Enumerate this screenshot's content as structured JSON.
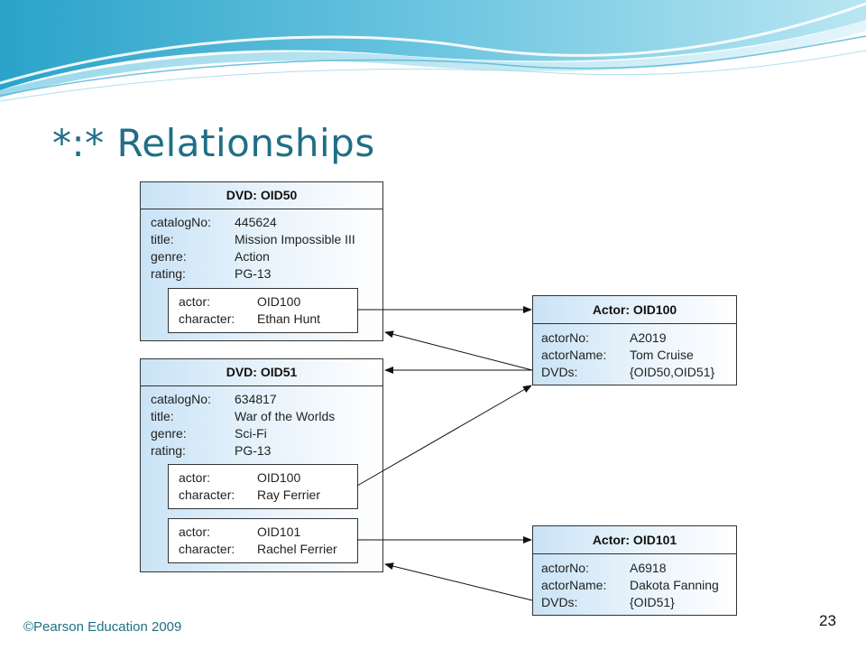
{
  "slide": {
    "title": "*:* Relationships",
    "footer": "©Pearson Education 2009",
    "page_number": "23"
  },
  "diagram": {
    "dvd_oid50": {
      "header": "DVD: OID50",
      "fields": [
        {
          "key": "catalogNo:",
          "value": "445624"
        },
        {
          "key": "title:",
          "value": "Mission Impossible III"
        },
        {
          "key": "genre:",
          "value": "Action"
        },
        {
          "key": "rating:",
          "value": "PG-13"
        }
      ],
      "roles": [
        {
          "actor_key": "actor:",
          "actor_value": "OID100",
          "character_key": "character:",
          "character_value": "Ethan Hunt"
        }
      ]
    },
    "dvd_oid51": {
      "header": "DVD: OID51",
      "fields": [
        {
          "key": "catalogNo:",
          "value": "634817"
        },
        {
          "key": "title:",
          "value": "War of the Worlds"
        },
        {
          "key": "genre:",
          "value": "Sci-Fi"
        },
        {
          "key": "rating:",
          "value": "PG-13"
        }
      ],
      "roles": [
        {
          "actor_key": "actor:",
          "actor_value": "OID100",
          "character_key": "character:",
          "character_value": "Ray Ferrier"
        },
        {
          "actor_key": "actor:",
          "actor_value": "OID101",
          "character_key": "character:",
          "character_value": "Rachel Ferrier"
        }
      ]
    },
    "actor_oid100": {
      "header": "Actor: OID100",
      "fields": [
        {
          "key": "actorNo:",
          "value": "A2019"
        },
        {
          "key": "actorName:",
          "value": "Tom Cruise"
        },
        {
          "key": "DVDs:",
          "value": "{OID50,OID51}"
        }
      ]
    },
    "actor_oid101": {
      "header": "Actor: OID101",
      "fields": [
        {
          "key": "actorNo:",
          "value": "A6918"
        },
        {
          "key": "actorName:",
          "value": "Dakota Fanning"
        },
        {
          "key": "DVDs:",
          "value": "{OID51}"
        }
      ]
    }
  }
}
